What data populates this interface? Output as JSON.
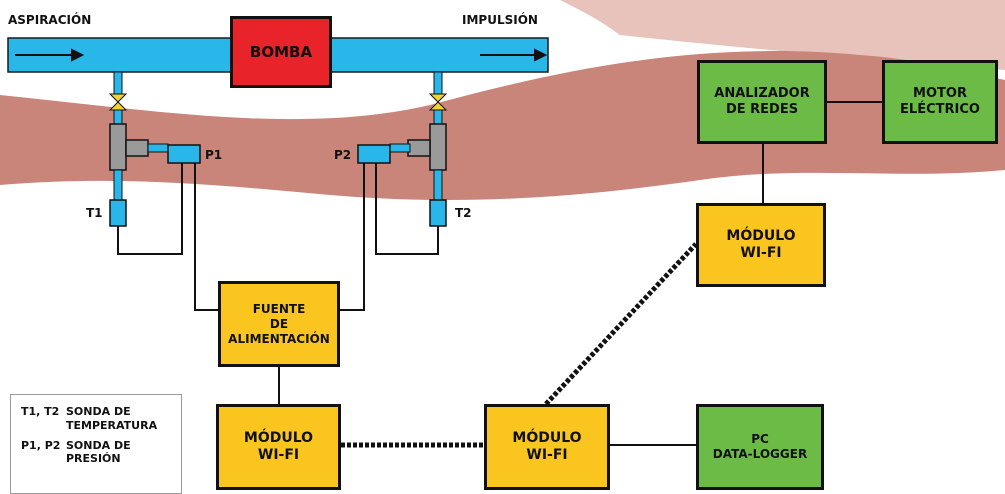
{
  "labels": {
    "aspiracion": "ASPIRACIÓN",
    "impulsion": "IMPULSIÓN",
    "bomba": "BOMBA",
    "p1": "P1",
    "p2": "P2",
    "t1": "T1",
    "t2": "T2"
  },
  "boxes": {
    "analizador": "ANALIZADOR\nDE REDES",
    "motor": "MOTOR\nELÉCTRICO",
    "fuente": "FUENTE\nDE\nALIMENTACIÓN",
    "modulo_right": "MÓDULO\nWI-FI",
    "modulo_left": "MÓDULO\nWI-FI",
    "modulo_center": "MÓDULO\nWI-FI",
    "pc": "PC\nDATA-LOGGER"
  },
  "legend": [
    {
      "code": "T1, T2",
      "desc": "SONDA DE\nTEMPERATURA"
    },
    {
      "code": "P1, P2",
      "desc": "SONDA DE\nPRESIÓN"
    }
  ],
  "colors": {
    "pipe": "#29b6e8",
    "band": "#c9857a",
    "band_light": "#e6bcb4",
    "pump": "#e8232a",
    "module": "#f9c51e",
    "device": "#6dbb47"
  }
}
